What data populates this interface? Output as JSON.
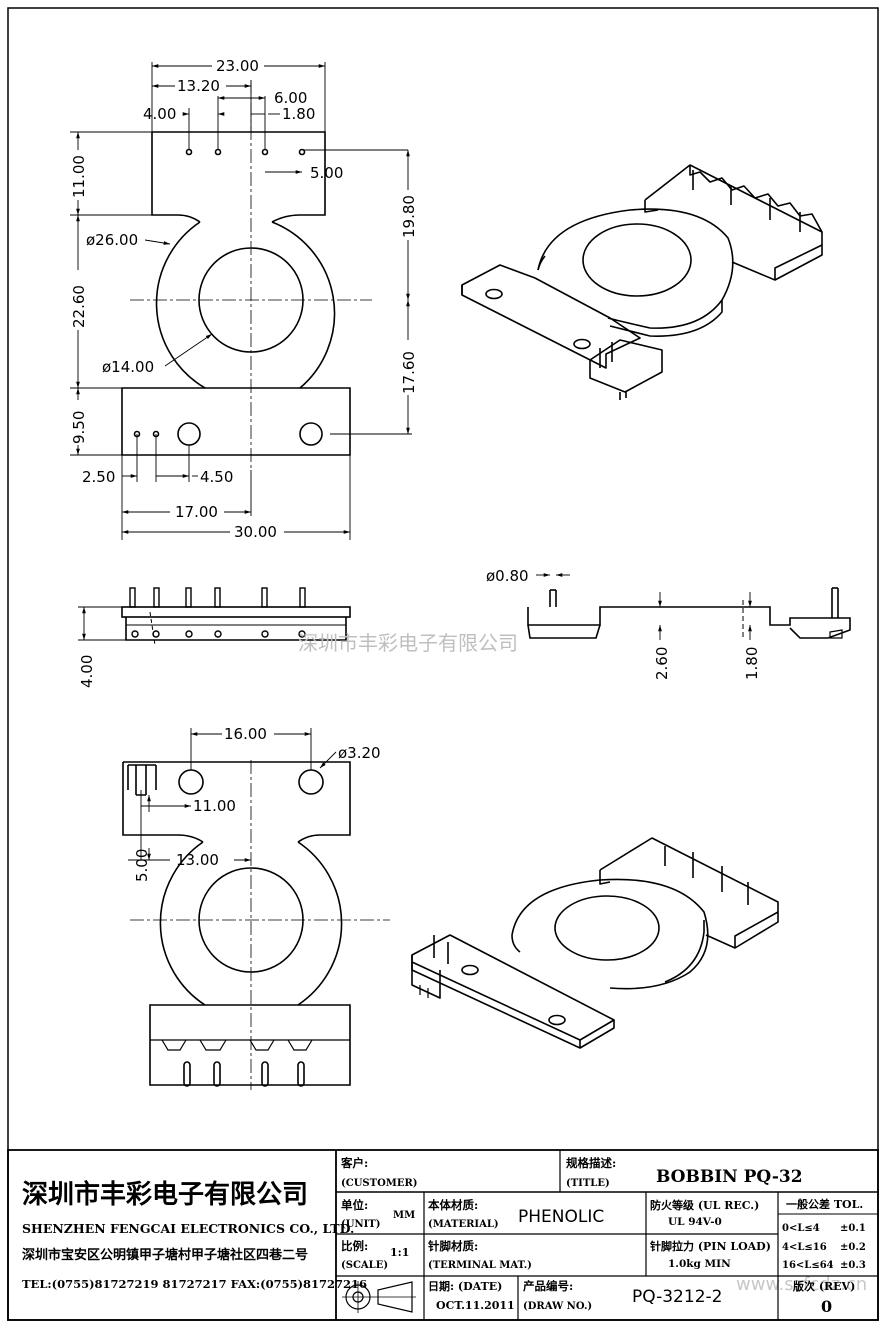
{
  "drawing": {
    "dimensions": {
      "top_view": {
        "d_23_00": "23.00",
        "d_13_20": "13.20",
        "d_6_00": "6.00",
        "d_4_00": "4.00",
        "d_1_80": "1.80",
        "d_5_00": "5.00",
        "d_11_00": "11.00",
        "d_19_80": "19.80",
        "d_26_00": "ø26.00",
        "d_22_60": "22.60",
        "d_14_00": "ø14.00",
        "d_17_60": "17.60",
        "d_9_50": "9.50",
        "d_2_50": "2.50",
        "d_4_50": "4.50",
        "d_17_00": "17.00",
        "d_30_00": "30.00"
      },
      "side_view": {
        "d_4_00": "4.00",
        "d_0_80": "ø0.80",
        "d_2_60": "2.60",
        "d_1_80": "1.80"
      },
      "bottom_view": {
        "d_16_00": "16.00",
        "d_3_20": "ø3.20",
        "d_11_00": "11.00",
        "d_5_00": "5.00",
        "d_13_00": "13.00"
      }
    },
    "watermark": "深圳市丰彩电子有限公司",
    "watermark_site": "www.szfcdz.cn"
  },
  "title_block": {
    "company_cn": "深圳市丰彩电子有限公司",
    "company_en": "SHENZHEN FENGCAI ELECTRONICS CO., LTD.",
    "address": "深圳市宝安区公明镇甲子塘村甲子塘社区四巷二号",
    "contact": "TEL:(0755)81727219  81727217   FAX:(0755)81727216",
    "customer_label_cn": "客户:",
    "customer_label_en": "(CUSTOMER)",
    "title_label_cn": "规格描述:",
    "title_label_en": "(TITLE)",
    "title_value": "BOBBIN PQ-32",
    "unit_label_cn": "单位:",
    "unit_label_en": "(UNIT)",
    "unit_value": "MM",
    "material_label_cn": "本体材质:",
    "material_label_en": "(MATERIAL)",
    "material_value": "PHENOLIC",
    "ul_label": "防火等级 (UL REC.)",
    "ul_value": "UL 94V-0",
    "tol_label": "一般公差 TOL.",
    "tol_rows": [
      {
        "range": "0<L≤4",
        "value": "±0.1"
      },
      {
        "range": "4<L≤16",
        "value": "±0.2"
      },
      {
        "range": "16<L≤64",
        "value": "±0.3"
      }
    ],
    "scale_label_cn": "比例:",
    "scale_label_en": "(SCALE)",
    "scale_value": "1:1",
    "terminal_label_cn": "针脚材质:",
    "terminal_label_en": "(TERMINAL MAT.)",
    "pin_load_label": "针脚拉力 (PIN LOAD)",
    "pin_load_value": "1.0kg MIN",
    "date_label": "日期: (DATE)",
    "date_value": "OCT.11.2011",
    "drawno_label_cn": "产品编号:",
    "drawno_label_en": "(DRAW NO.)",
    "drawno_value": "PQ-3212-2",
    "rev_label": "版次 (REV)",
    "rev_value": "0"
  }
}
